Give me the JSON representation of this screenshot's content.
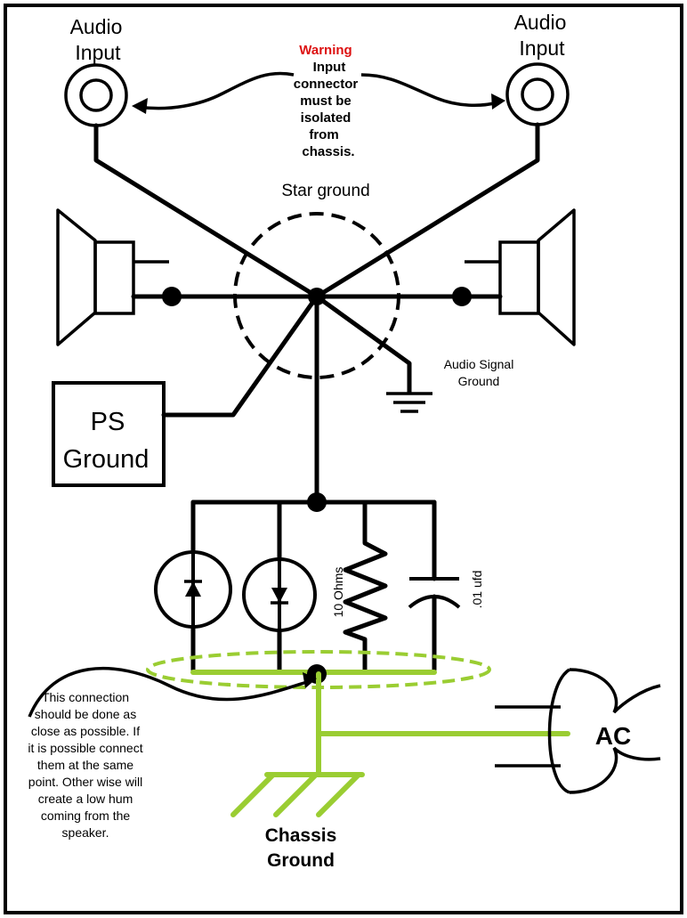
{
  "labels": {
    "audio_input_left": [
      "Audio",
      "Input"
    ],
    "audio_input_right": [
      "Audio",
      "Input"
    ],
    "warning_title": "Warning",
    "warning_lines": [
      "Input",
      "connector",
      "must be",
      "isolated",
      "from",
      "chassis."
    ],
    "star_ground": "Star ground",
    "audio_signal_ground": [
      "Audio Signal",
      "Ground"
    ],
    "ps_ground": [
      "PS",
      "Ground"
    ],
    "resistor": "10 Ohms",
    "capacitor": ".01 ufd",
    "connection_note": [
      "This connection",
      "should be done as",
      "close as possible. If",
      "it is possible connect",
      "them at the same",
      "point. Other wise will",
      "create a low hum",
      "coming from the",
      "speaker."
    ],
    "ac": "AC",
    "chassis_ground": [
      "Chassis",
      "Ground"
    ]
  },
  "colors": {
    "warning": "#dd1111",
    "chassis_wire": "#9acd32",
    "wire": "#000000"
  }
}
